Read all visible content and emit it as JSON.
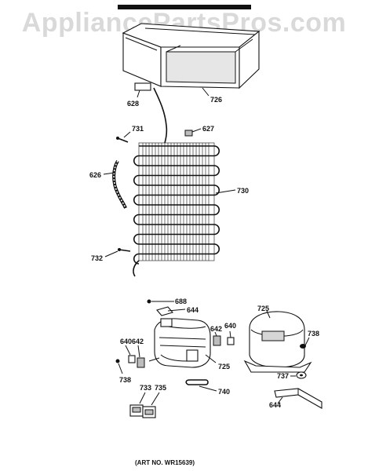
{
  "watermark": "AppliancePartsPros.com",
  "art_number": "(ART NO. WR15639)",
  "callouts": {
    "c726": "726",
    "c628": "628",
    "c731": "731",
    "c627": "627",
    "c626": "626",
    "c730": "730",
    "c732": "732",
    "c688": "688",
    "c644a": "644",
    "c725a": "725",
    "c642a": "642",
    "c640a": "640",
    "c640b": "640",
    "c642b": "642",
    "c738a": "738",
    "c725b": "725",
    "c738b": "738",
    "c737": "737",
    "c733": "733",
    "c735": "735",
    "c740": "740",
    "c644b": "644"
  }
}
